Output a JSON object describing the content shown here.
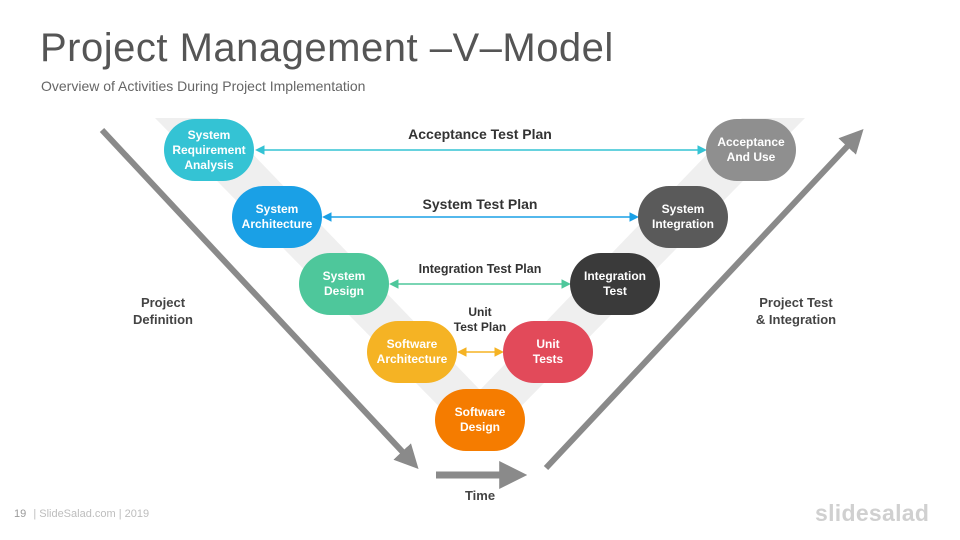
{
  "header": {
    "title": "Project Management –V–Model",
    "subtitle": "Overview of Activities During Project Implementation"
  },
  "colors": {
    "band": "#efefef",
    "arrow_gray": "#8a8a8a",
    "cyan": "#34c3d4",
    "blue": "#1aa0e6",
    "green": "#4ec79b",
    "yellow": "#f5b324",
    "orange": "#f57c00",
    "red": "#e24a5a",
    "dark1": "#3a3a3a",
    "dark2": "#5a5a5a",
    "gray": "#8f8f8f"
  },
  "nodes": {
    "system_requirement_analysis": "System\nRequirement\nAnalysis",
    "system_architecture": "System\nArchitecture",
    "system_design": "System\nDesign",
    "software_architecture": "Software\nArchitecture",
    "software_design": "Software\nDesign",
    "unit_tests": "Unit\nTests",
    "integration_test": "Integration\nTest",
    "system_integration": "System\nIntegration",
    "acceptance_and_use": "Acceptance\nAnd Use"
  },
  "plans": {
    "acceptance": "Acceptance Test Plan",
    "system": "System Test Plan",
    "integration": "Integration Test Plan",
    "unit": "Unit\nTest Plan"
  },
  "sides": {
    "left": "Project\nDefinition",
    "right": "Project Test\n& Integration",
    "bottom": "Time"
  },
  "footer": {
    "page": "19",
    "credit": "| SlideSalad.com | 2019",
    "brand": "slidesalad"
  }
}
